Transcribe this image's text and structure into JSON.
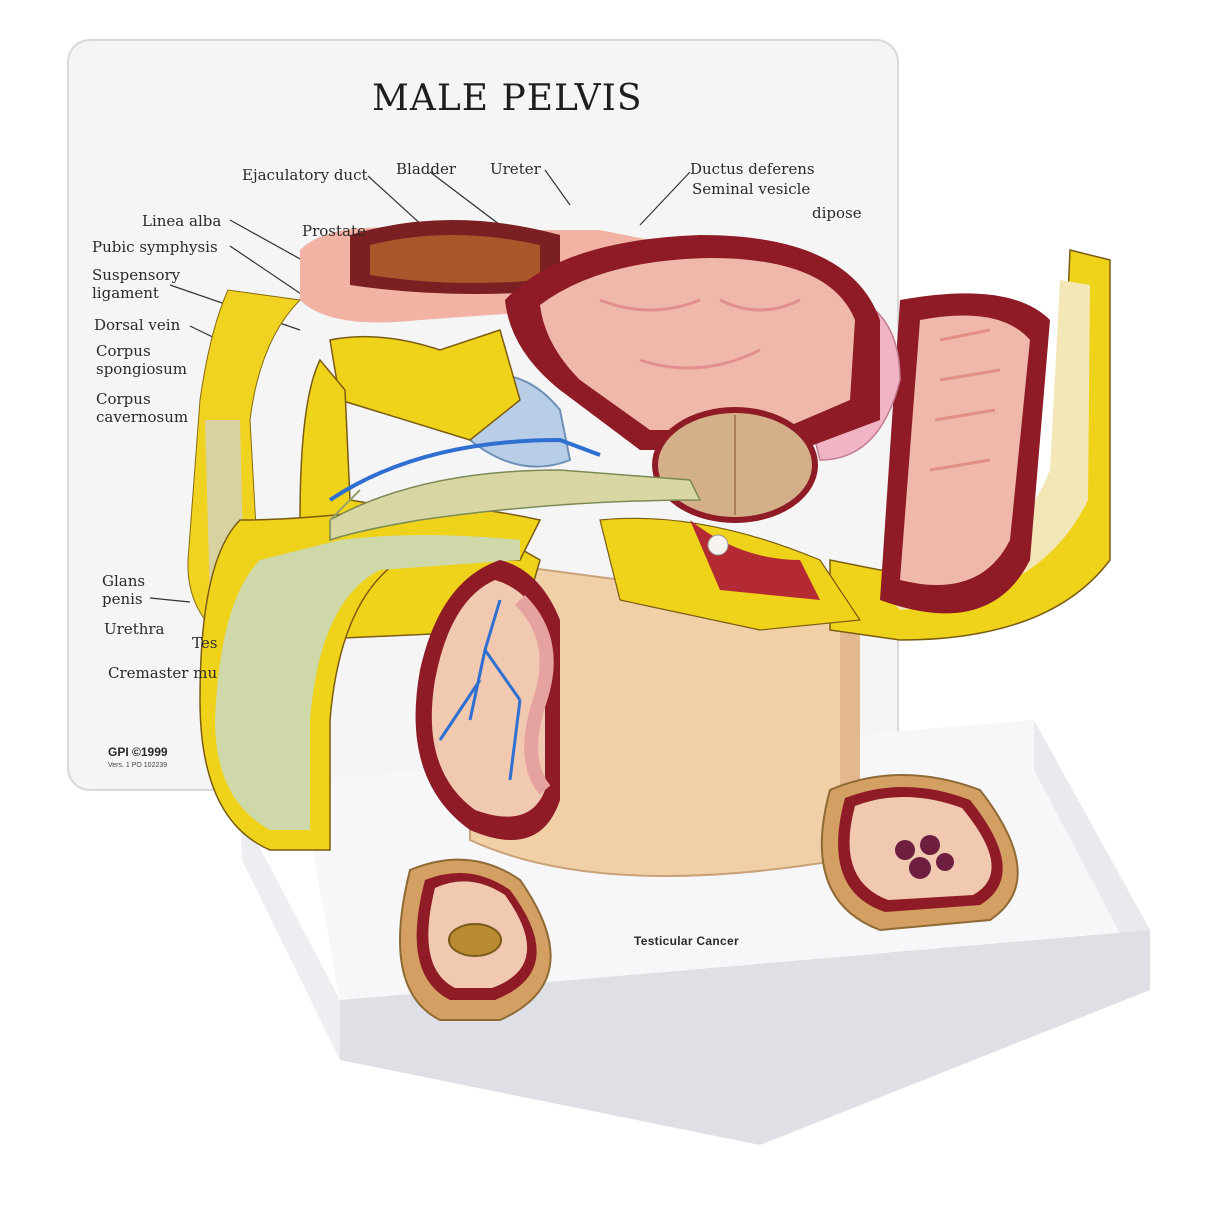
{
  "card": {
    "title": "MALE PELVIS",
    "copyright": "GPI ©1999",
    "version": "Vers. 1  PO 102239",
    "labels": {
      "ejaculatory_duct": "Ejaculatory duct",
      "bladder": "Bladder",
      "ureter": "Ureter",
      "ductus_deferens": "Ductus deferens",
      "seminal_vesicle": "Seminal vesicle",
      "adipose": "dipose",
      "linea_alba": "Linea alba",
      "prostate": "Prostate",
      "pubic_symphysis": "Pubic symphysis",
      "suspensory_1": "Suspensory",
      "suspensory_2": "ligament",
      "dorsal_vein": "Dorsal vein",
      "corpus_spongiosum_1": "Corpus",
      "corpus_spongiosum_2": "spongiosum",
      "corpus_cavernosum_1": "Corpus",
      "corpus_cavernosum_2": "cavernosum",
      "glans_1": "Glans",
      "glans_2": "penis",
      "urethra": "Urethra",
      "tes": "Tes",
      "cremaster": "Cremaster mu"
    }
  },
  "base": {
    "label": "Testicular Cancer"
  },
  "colors": {
    "card": "#f4f4f4",
    "base_top": "#f6f6f8",
    "base_front": "#dfe0e6",
    "fat_yellow": "#efd21a",
    "muscle_red": "#8e1b26",
    "tissue_pink": "#f0b8aa",
    "skin": "#f1cfa7",
    "penis_green": "#cfd8a8",
    "vein_blue": "#2f6fd0"
  }
}
